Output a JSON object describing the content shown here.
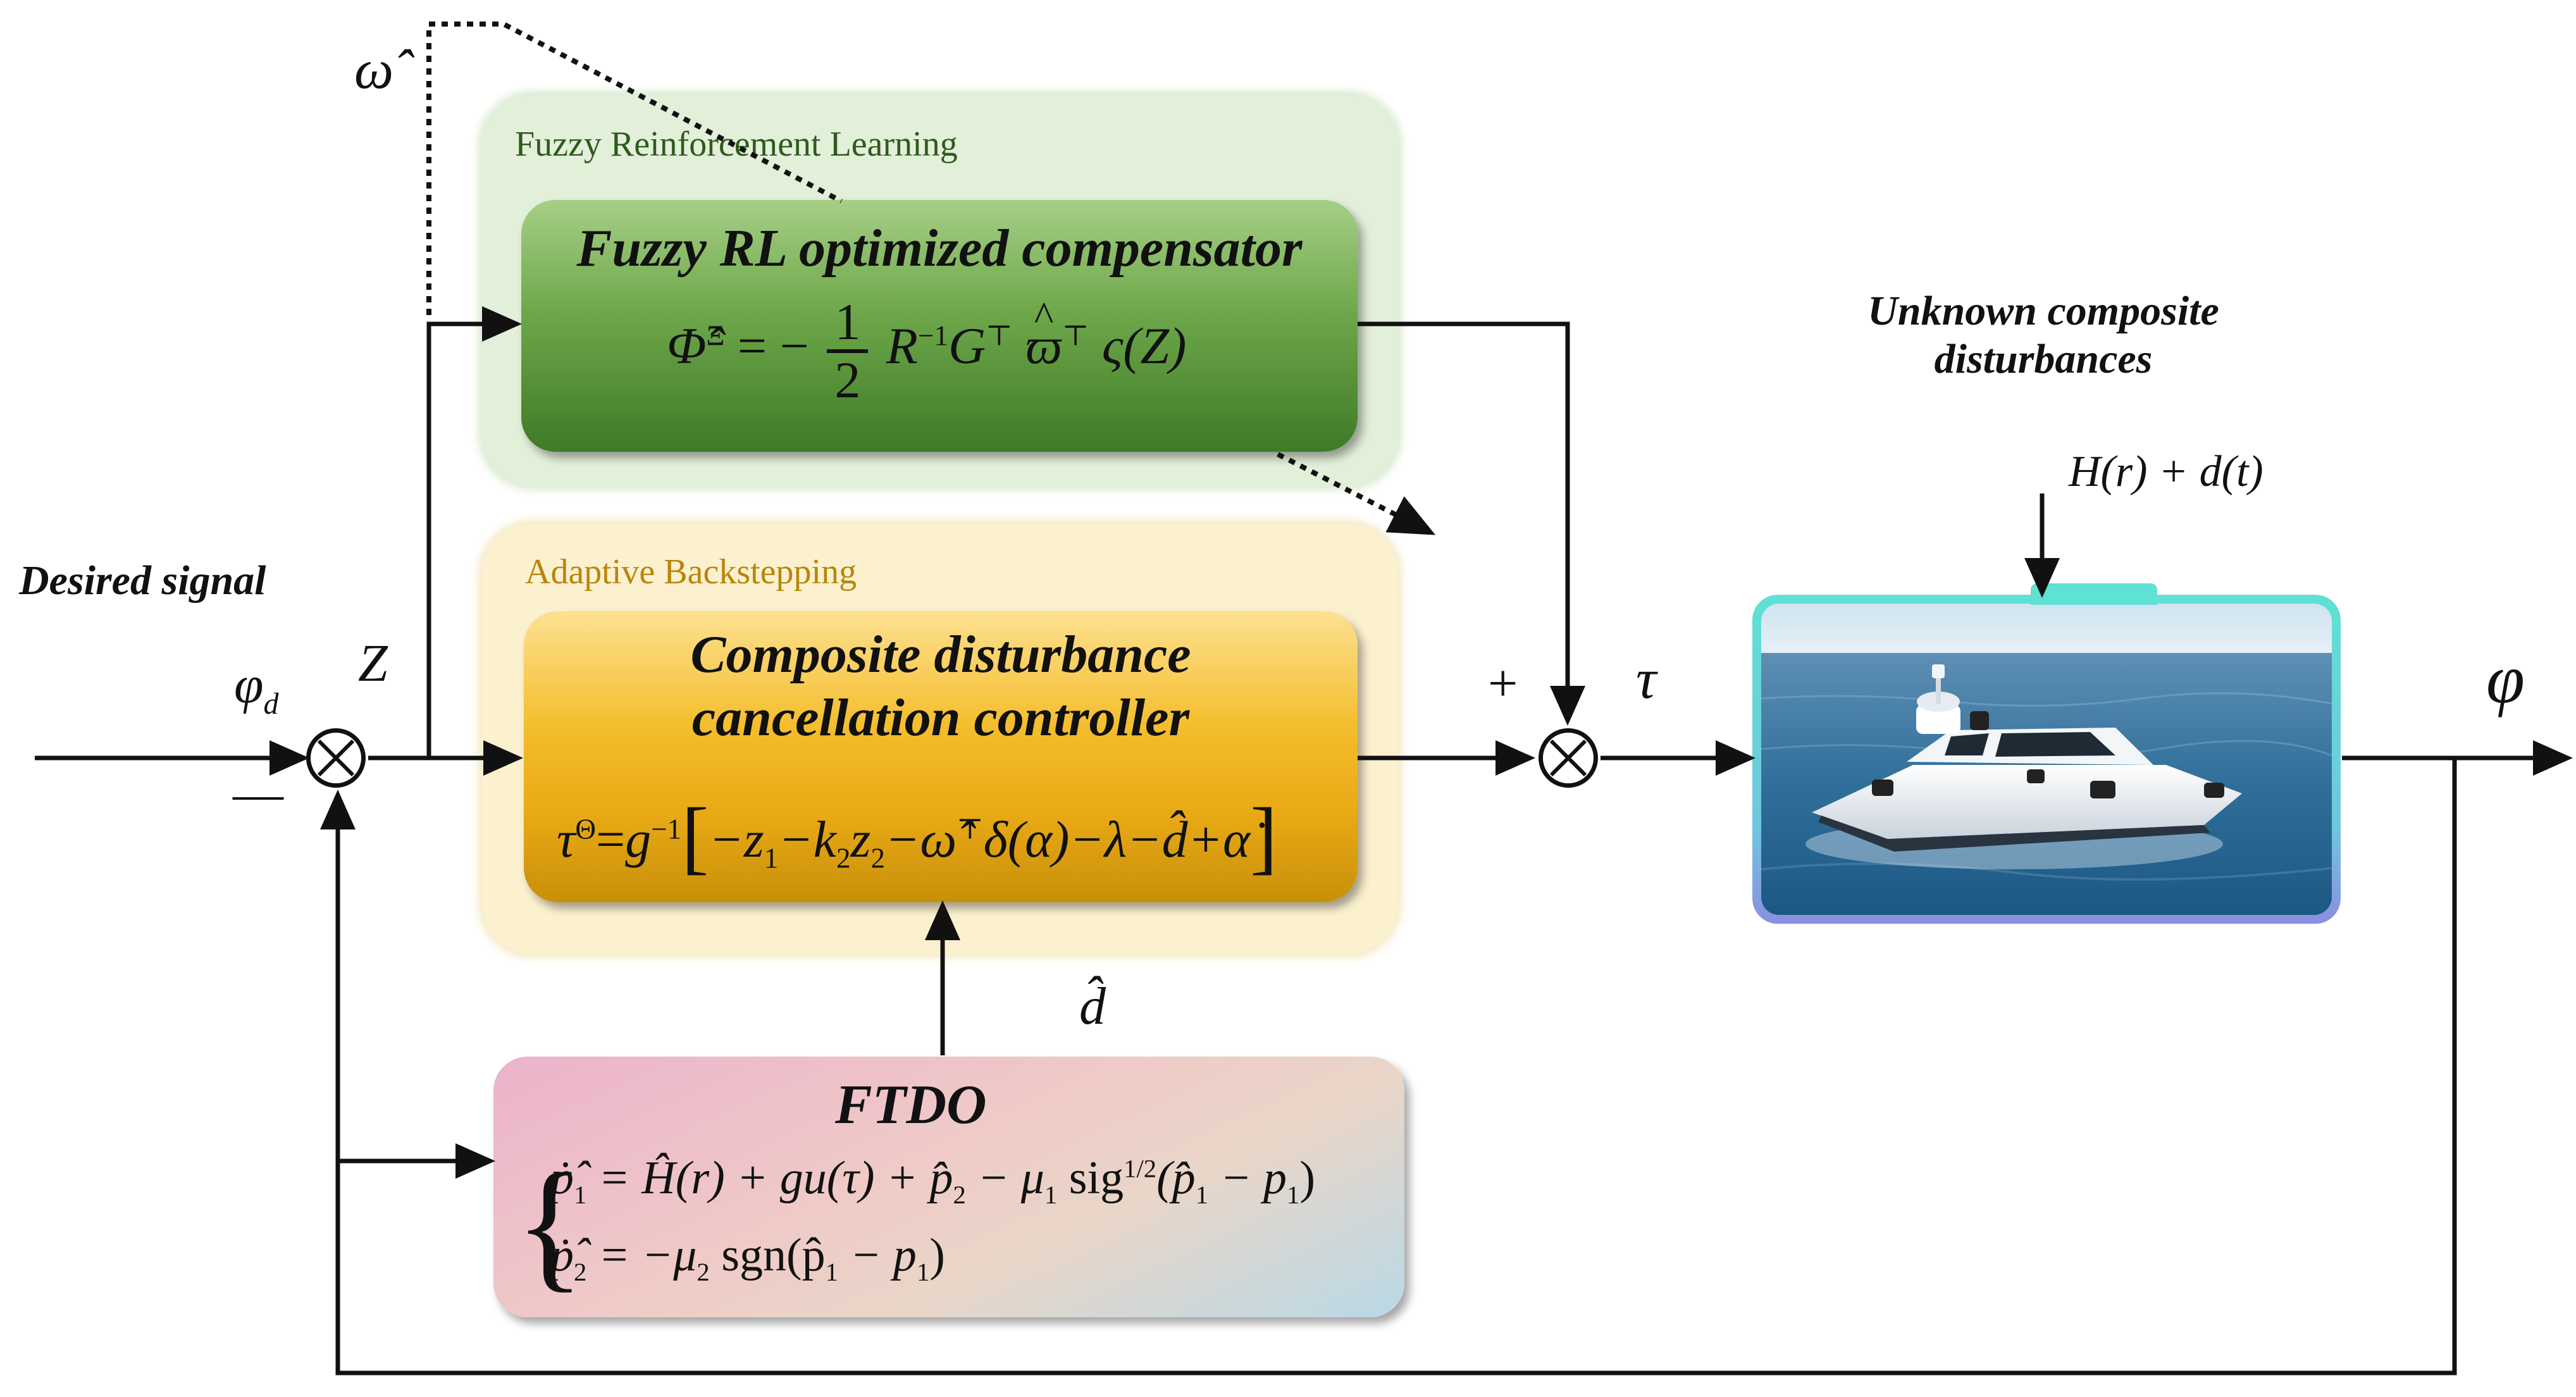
{
  "panels": {
    "fuzzy_rl": {
      "title": "Fuzzy Reinforcement Learning",
      "title_color": "#2f5a1e",
      "fill": "#e2efd9",
      "border": "#cfe2c3"
    },
    "adaptive_backstepping": {
      "title": "Adaptive Backstepping",
      "title_color": "#b8860b",
      "fill": "#fcf1cf",
      "border": "#f2e4b6"
    }
  },
  "blocks": {
    "compensator": {
      "title": "Fuzzy RL optimized compensator",
      "equation": {
        "lhs": "Φ̂",
        "lhs_sup": "Ξ",
        "eq": "= −",
        "frac_num": "1",
        "frac_den": "2",
        "R": "R",
        "R_sup": "−1",
        "G": "G",
        "G_sup": "⊤",
        "w": "ϖ",
        "w_sup": "⊤",
        "tail": "ς(Z)"
      }
    },
    "controller": {
      "title_line1": "Composite disturbance",
      "title_line2": "cancellation controller",
      "equation": {
        "lhs": "τ",
        "lhs_sup": "Θ",
        "eq": "=",
        "g": "g",
        "g_sup": "−1",
        "body": "−z",
        "z1_sub": "1",
        "minus_k": "−k",
        "k2_sub": "2",
        "z": "z",
        "z2_sub": "2",
        "minus_w": "−ω̂",
        "w_sup": "⊤",
        "delta": "δ(α)−λ−",
        "dhat": "d̂",
        "plus": "+α̇"
      }
    },
    "ftdo": {
      "title": "FTDO",
      "line1": {
        "p": "ṗ̂",
        "p_sub": "1",
        "rhs1": "= Ĥ(r) + gu(τ) + p̂",
        "p2_sub": "2",
        "rhs2": "− μ",
        "mu_sub": "1",
        "sig": " sig",
        "sig_sup": "1/2",
        "rhs3": "(p̂",
        "pp_sub": "1",
        "rhs4": "− p",
        "p1_sub": "1",
        "close": ")"
      },
      "line2": {
        "p": "ṗ̂",
        "p_sub": "2",
        "rhs1": "= −μ",
        "mu_sub": "2",
        "sgn": " sgn(p̂",
        "pp_sub": "1",
        "rhs2": "− p",
        "p1_sub": "1",
        "close": ")"
      }
    }
  },
  "labels": {
    "desired_signal": "Desired  signal",
    "phi_d": "φ",
    "phi_d_sub": "d",
    "Z": "Z",
    "minus": "—",
    "omega_hat": "ω̂",
    "plus": "+",
    "tau": "τ",
    "phi": "φ",
    "d_hat": "d̂",
    "disturbance_title_line1": "Unknown composite",
    "disturbance_title_line2": "disturbances",
    "disturbance_expr": "H(r) + d(t)"
  },
  "colors": {
    "compensator_top": "#9cc77c",
    "compensator_bottom": "#3e7b27",
    "controller_top": "#fde191",
    "controller_mid": "#f2b51c",
    "controller_bottom": "#c8900a",
    "ftdo_left": "#ecb3cb",
    "ftdo_mid": "#efd2c8",
    "ftdo_right": "#b9d8e6",
    "boat_frame": "#5fe1d4",
    "boat_frame_bottom": "#8a8fe0",
    "wire": "#111111"
  }
}
